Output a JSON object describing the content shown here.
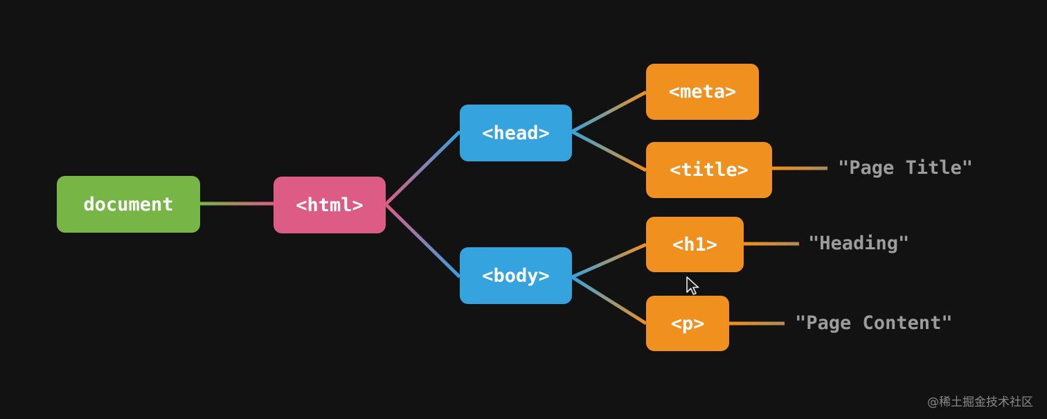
{
  "nodes": {
    "document": "document",
    "html": "<html>",
    "head": "<head>",
    "body": "<body>",
    "meta": "<meta>",
    "title": "<title>",
    "h1": "<h1>",
    "p": "<p>"
  },
  "text_nodes": {
    "title_text": "\"Page Title\"",
    "h1_text": "\"Heading\"",
    "p_text": "\"Page Content\""
  },
  "watermark": "@稀土掘金技术社区",
  "colors": {
    "background": "#121212",
    "document": "#78b547",
    "html": "#dc5c85",
    "head_body": "#35a3dd",
    "leaf_elements": "#f0901f",
    "text_node": "#9c9c9c"
  },
  "icons": [
    "mouse-pointer-icon"
  ]
}
